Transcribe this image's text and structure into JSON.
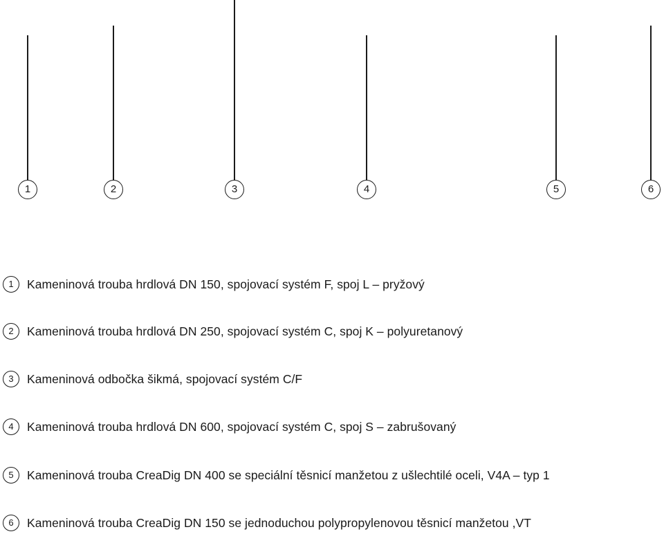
{
  "callouts": [
    {
      "number": "1",
      "description": "Kameninová trouba hrdlová DN 150, spojovací systém F, spoj L – pryžový"
    },
    {
      "number": "2",
      "description": "Kameninová trouba hrdlová DN 250, spojovací systém C, spoj K – polyuretanový"
    },
    {
      "number": "3",
      "description": "Kameninová odbočka šikmá, spojovací systém C/F"
    },
    {
      "number": "4",
      "description": "Kameninová trouba hrdlová DN 600, spojovací systém C, spoj S – zabrušovaný"
    },
    {
      "number": "5",
      "description": "Kameninová trouba CreaDig DN 400 se speciální těsnicí manžetou z ušlechtilé oceli, V4A – typ 1"
    },
    {
      "number": "6",
      "description": "Kameninová trouba CreaDig DN 150 se jednoduchou polypropylenovou těsnicí manžetou ,VT"
    }
  ],
  "colors": {
    "line": "#1a1a1a",
    "background": "#ffffff"
  }
}
